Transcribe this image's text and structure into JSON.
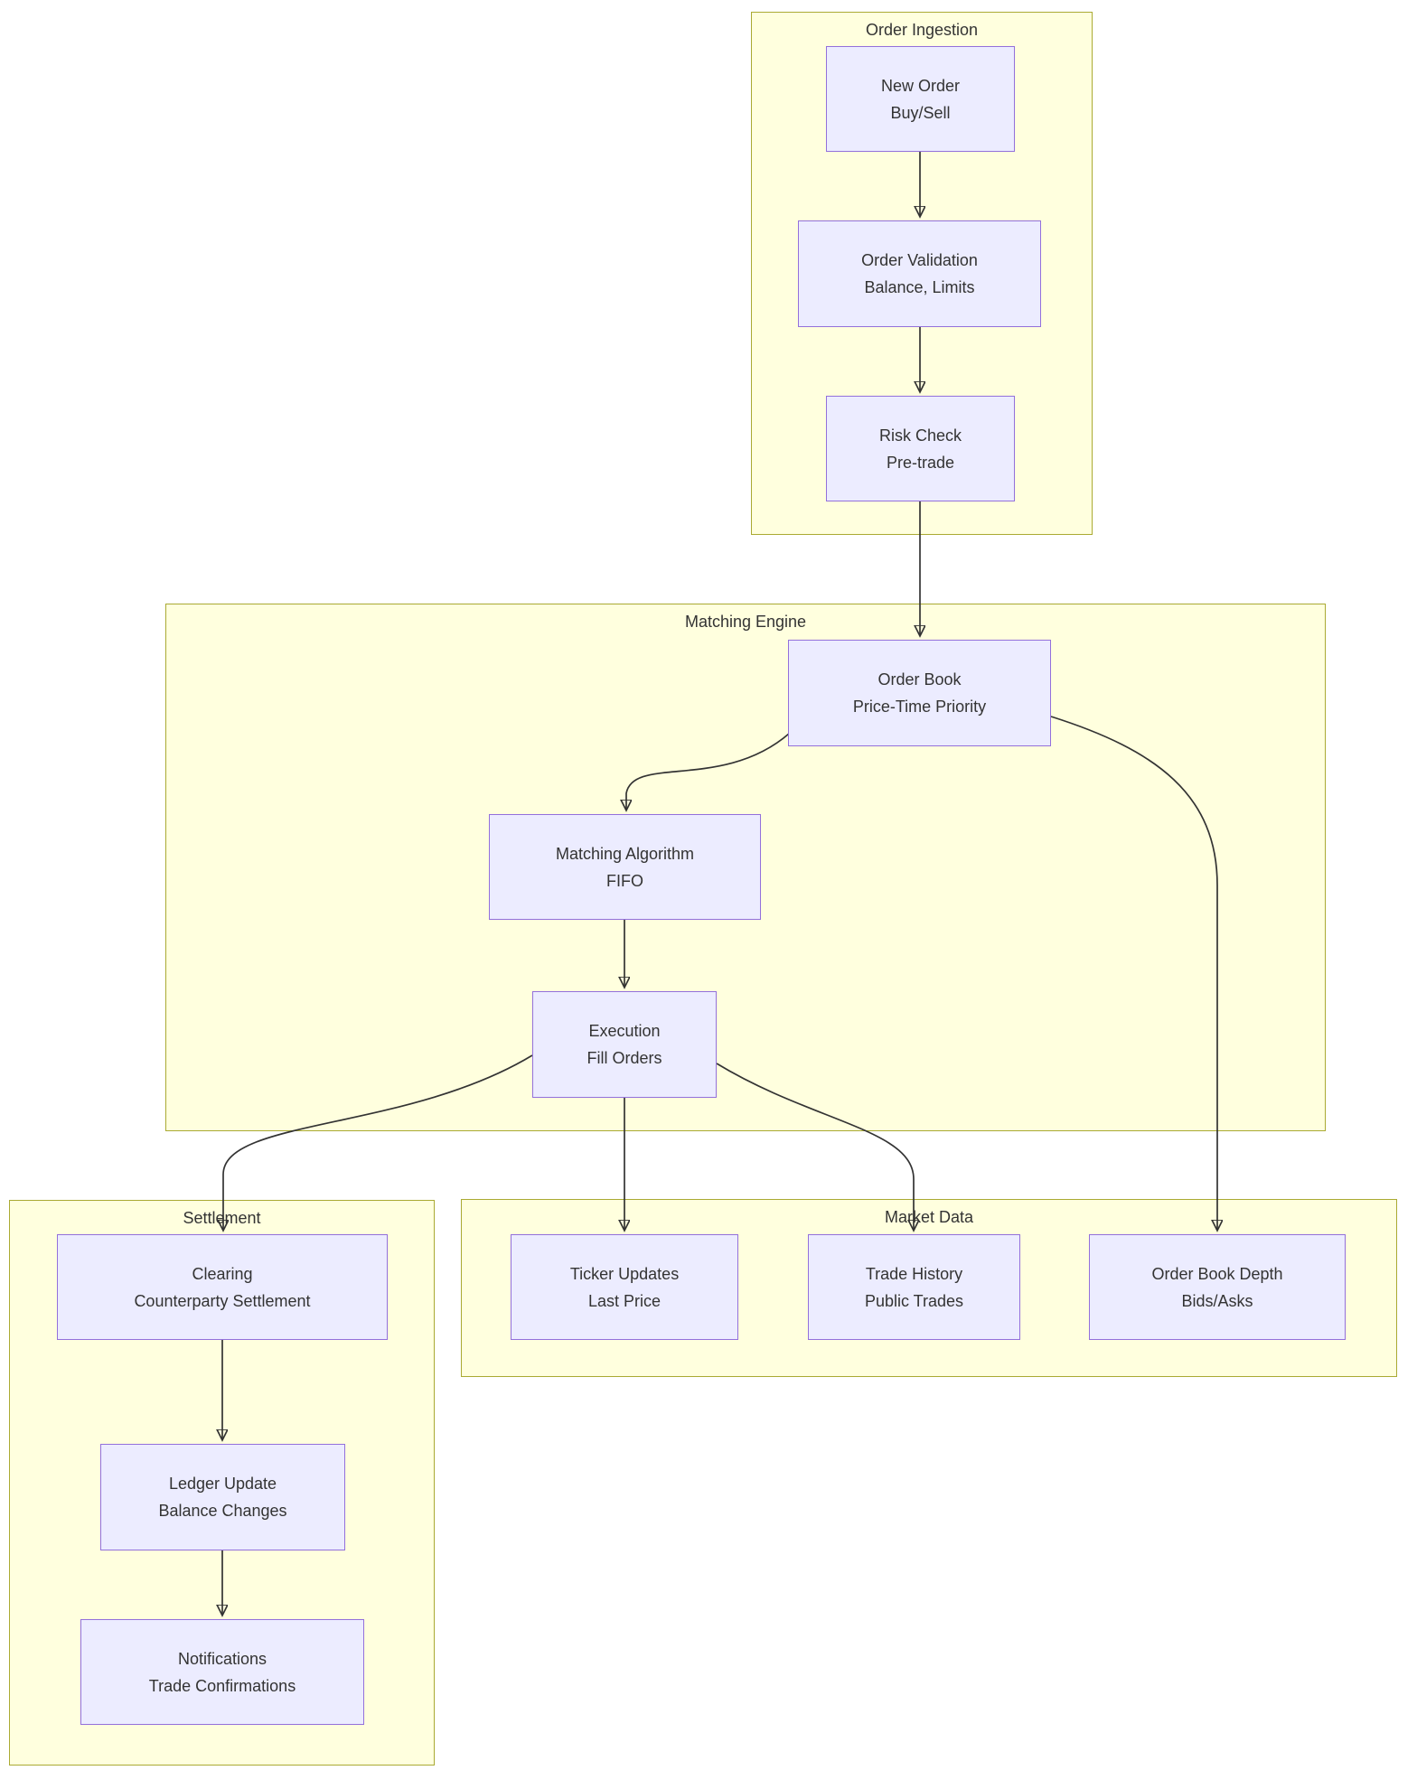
{
  "diagram": {
    "type": "flowchart",
    "clusters": [
      {
        "id": "order-ingestion",
        "label": "Order Ingestion"
      },
      {
        "id": "matching-engine",
        "label": "Matching Engine"
      },
      {
        "id": "settlement",
        "label": "Settlement"
      },
      {
        "id": "market-data",
        "label": "Market Data"
      }
    ],
    "nodes": [
      {
        "id": "new-order",
        "title": "New Order",
        "subtitle": "Buy/Sell",
        "cluster": "Order Ingestion"
      },
      {
        "id": "order-validation",
        "title": "Order Validation",
        "subtitle": "Balance, Limits",
        "cluster": "Order Ingestion"
      },
      {
        "id": "risk-check",
        "title": "Risk Check",
        "subtitle": "Pre-trade",
        "cluster": "Order Ingestion"
      },
      {
        "id": "order-book",
        "title": "Order Book",
        "subtitle": "Price-Time Priority",
        "cluster": "Matching Engine"
      },
      {
        "id": "matching-algorithm",
        "title": "Matching Algorithm",
        "subtitle": "FIFO",
        "cluster": "Matching Engine"
      },
      {
        "id": "execution",
        "title": "Execution",
        "subtitle": "Fill Orders",
        "cluster": "Matching Engine"
      },
      {
        "id": "clearing",
        "title": "Clearing",
        "subtitle": "Counterparty Settlement",
        "cluster": "Settlement"
      },
      {
        "id": "ledger-update",
        "title": "Ledger Update",
        "subtitle": "Balance Changes",
        "cluster": "Settlement"
      },
      {
        "id": "notifications",
        "title": "Notifications",
        "subtitle": "Trade Confirmations",
        "cluster": "Settlement"
      },
      {
        "id": "ticker-updates",
        "title": "Ticker Updates",
        "subtitle": "Last Price",
        "cluster": "Market Data"
      },
      {
        "id": "trade-history",
        "title": "Trade History",
        "subtitle": "Public Trades",
        "cluster": "Market Data"
      },
      {
        "id": "order-book-depth",
        "title": "Order Book Depth",
        "subtitle": "Bids/Asks",
        "cluster": "Market Data"
      }
    ],
    "edges": [
      {
        "from": "new-order",
        "to": "order-validation"
      },
      {
        "from": "order-validation",
        "to": "risk-check"
      },
      {
        "from": "risk-check",
        "to": "order-book"
      },
      {
        "from": "order-book",
        "to": "matching-algorithm"
      },
      {
        "from": "matching-algorithm",
        "to": "execution"
      },
      {
        "from": "execution",
        "to": "clearing"
      },
      {
        "from": "execution",
        "to": "ticker-updates"
      },
      {
        "from": "execution",
        "to": "trade-history"
      },
      {
        "from": "order-book",
        "to": "order-book-depth"
      },
      {
        "from": "clearing",
        "to": "ledger-update"
      },
      {
        "from": "ledger-update",
        "to": "notifications"
      }
    ],
    "colors": {
      "cluster_fill": "#ffffde",
      "cluster_border": "#aaaa33",
      "node_fill": "#ececff",
      "node_border": "#9370db",
      "edge": "#333333",
      "text": "#333333"
    }
  }
}
